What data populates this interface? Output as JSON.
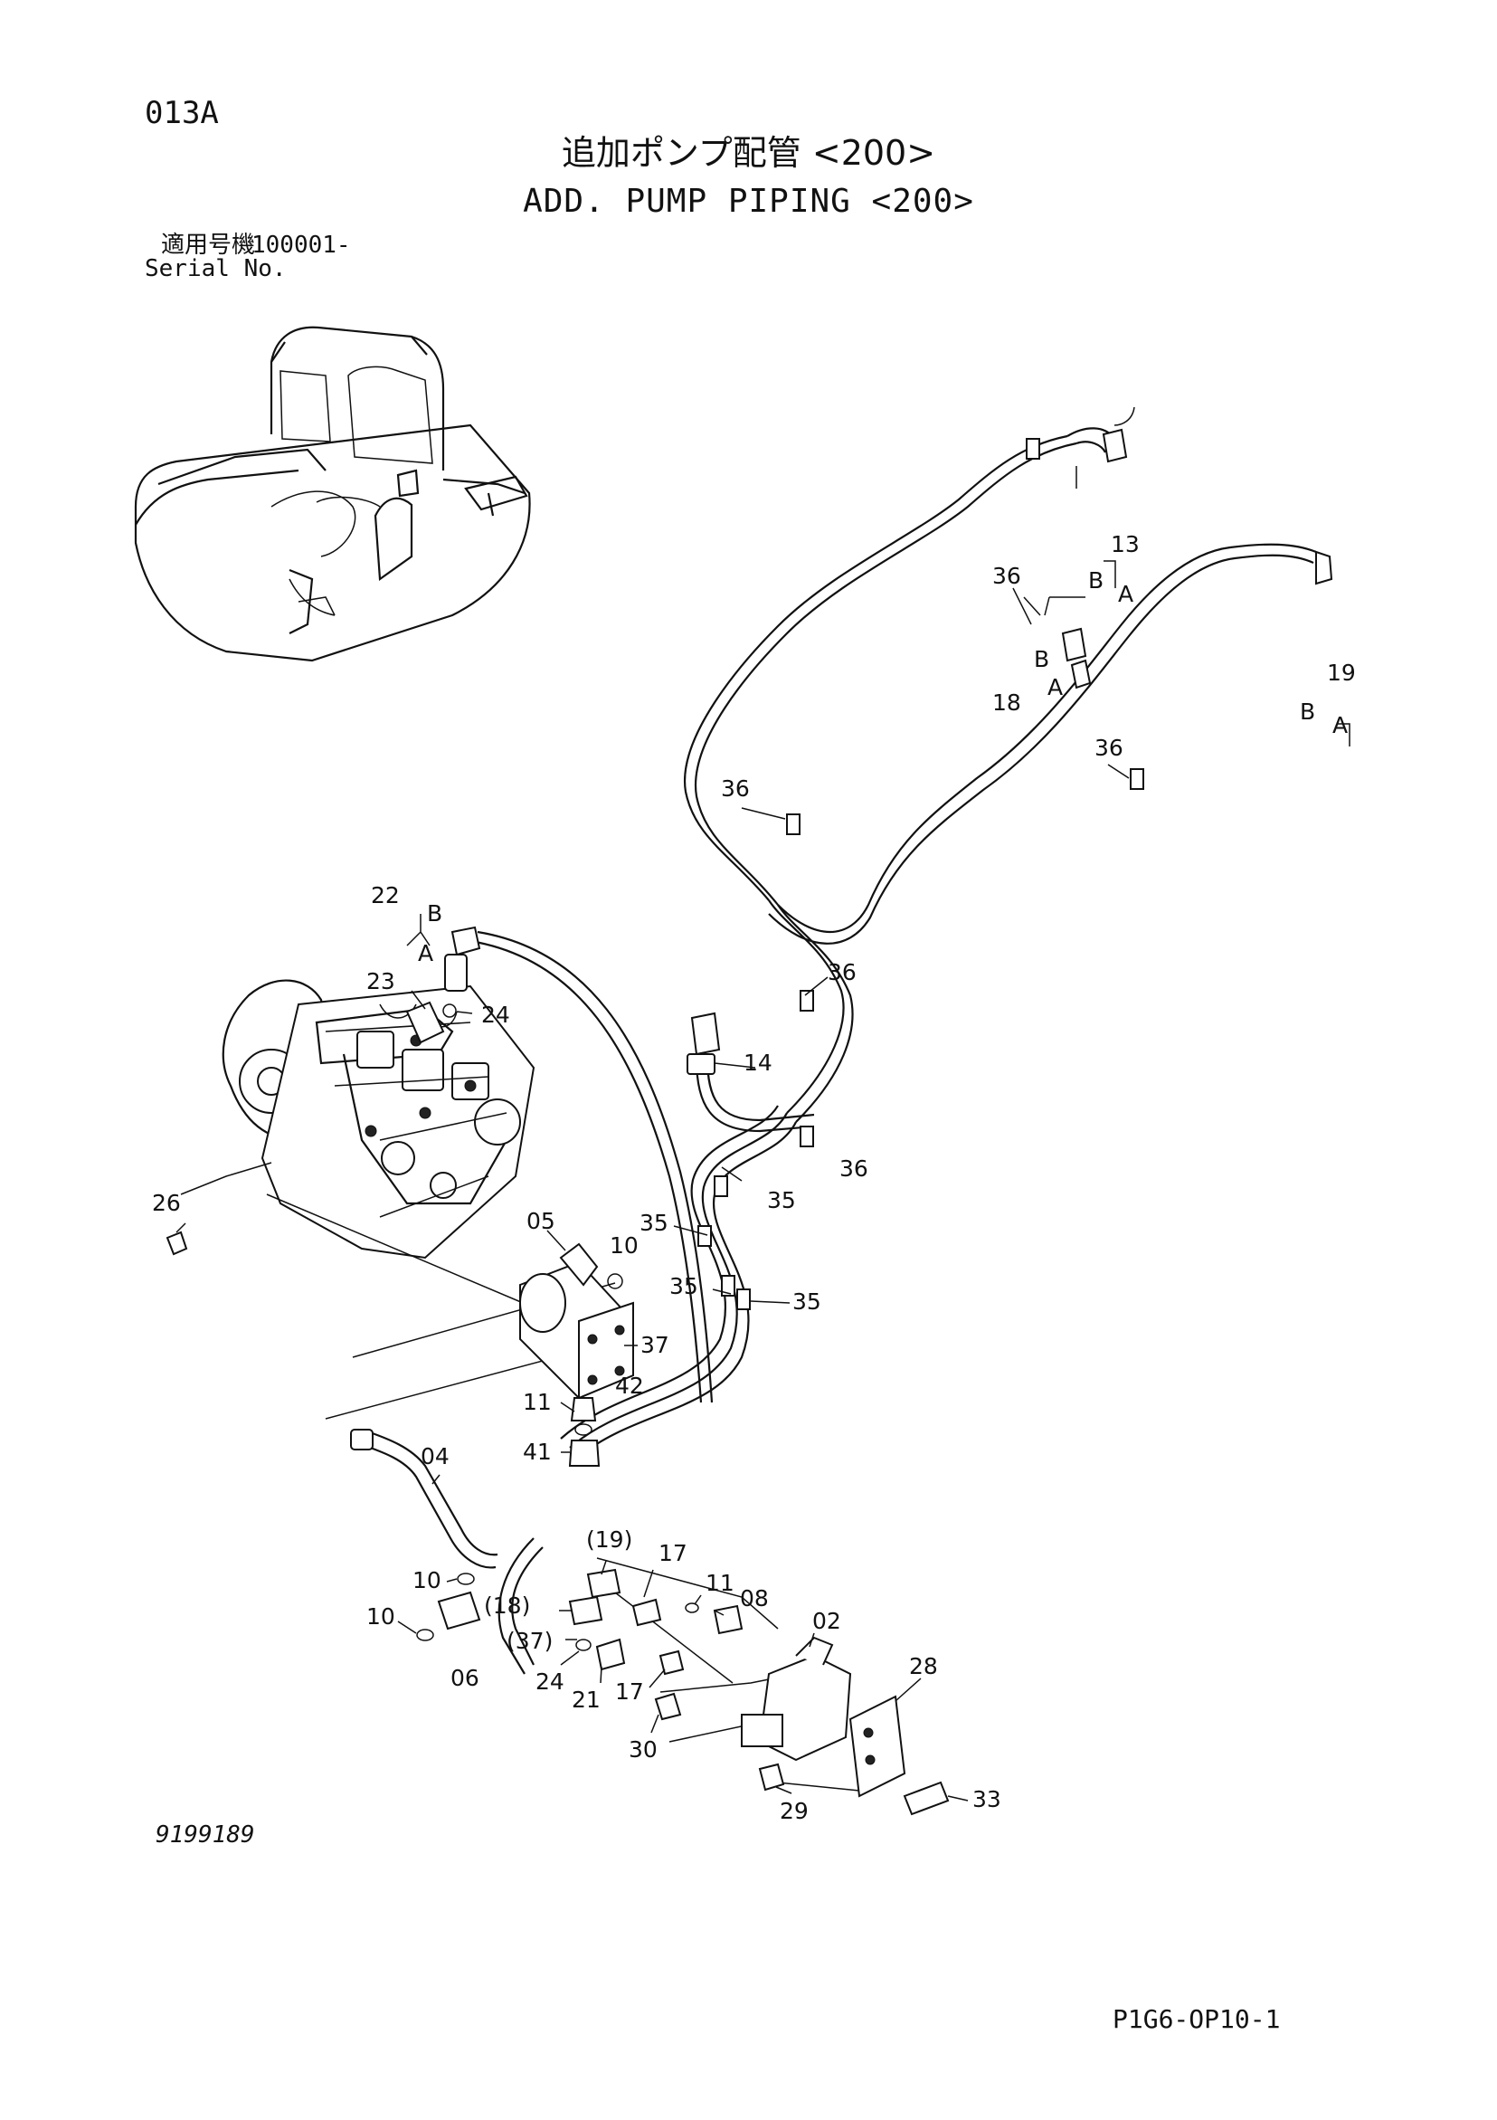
{
  "header": {
    "page_id": "013A",
    "title_ja": "追加ポンプ配管 <200>",
    "title_en": "ADD. PUMP PIPING <200>",
    "serial_label_ja": "適用号機",
    "serial_value": "100001-",
    "serial_label_en": "Serial No."
  },
  "footer": {
    "drawing_number": "9199189",
    "sheet_number": "P1G6-OP10-1"
  },
  "callouts": {
    "c13": "13",
    "c13A": "A",
    "c13B": "B",
    "c18": "18",
    "c18A": "A",
    "c18B": "B",
    "c19": "19",
    "c19A": "A",
    "c19B": "B",
    "c36a": "36",
    "c36b": "36",
    "c36c": "36",
    "c36d": "36",
    "c36e": "36",
    "c22": "22",
    "c22A": "A",
    "c22B": "B",
    "c23": "23",
    "c24a": "24",
    "c14": "14",
    "c26": "26",
    "c05": "05",
    "c10a": "10",
    "c35a": "35",
    "c35b": "35",
    "c35c": "35",
    "c35d": "35",
    "c37": "37",
    "c11a": "11",
    "c42": "42",
    "c41": "41",
    "c04": "04",
    "c10b": "10",
    "c10c": "10",
    "c06": "06",
    "c19p": "(19)",
    "c17a": "17",
    "c11b": "11",
    "c08": "08",
    "c18p": "(18)",
    "c37p": "(37)",
    "c02": "02",
    "c24b": "24",
    "c21": "21",
    "c17b": "17",
    "c28": "28",
    "c30": "30",
    "c33": "33",
    "c29": "29"
  }
}
